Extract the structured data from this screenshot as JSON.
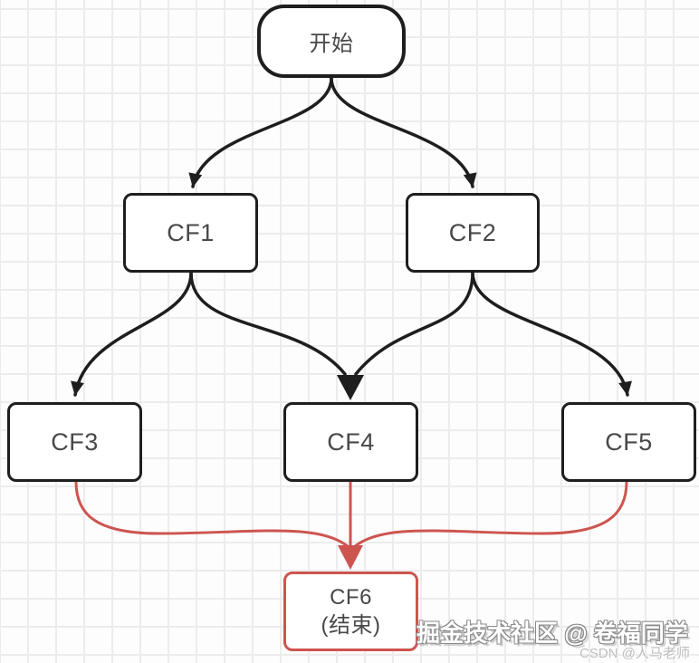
{
  "diagram": {
    "type": "flowchart",
    "nodes": {
      "start": {
        "label": "开始",
        "shape": "stadium"
      },
      "cf1": {
        "label": "CF1",
        "shape": "rect"
      },
      "cf2": {
        "label": "CF2",
        "shape": "rect"
      },
      "cf3": {
        "label": "CF3",
        "shape": "rect"
      },
      "cf4": {
        "label": "CF4",
        "shape": "rect"
      },
      "cf5": {
        "label": "CF5",
        "shape": "rect"
      },
      "cf6": {
        "line1": "CF6",
        "line2": "(结束)",
        "shape": "rect"
      }
    },
    "edges": [
      {
        "from": "开始",
        "to": "CF1",
        "color": "#1e1e1e"
      },
      {
        "from": "开始",
        "to": "CF2",
        "color": "#1e1e1e"
      },
      {
        "from": "CF1",
        "to": "CF3",
        "color": "#1e1e1e"
      },
      {
        "from": "CF1",
        "to": "CF4",
        "color": "#1e1e1e"
      },
      {
        "from": "CF2",
        "to": "CF4",
        "color": "#1e1e1e"
      },
      {
        "from": "CF2",
        "to": "CF5",
        "color": "#1e1e1e"
      },
      {
        "from": "CF3",
        "to": "CF6",
        "color": "#cd554f"
      },
      {
        "from": "CF4",
        "to": "CF6",
        "color": "#cd554f"
      },
      {
        "from": "CF5",
        "to": "CF6",
        "color": "#cd554f"
      }
    ],
    "colors": {
      "edge_black": "#1e1e1e",
      "edge_red": "#cd554f",
      "node_border": "#1e1e1e",
      "end_node_border": "#cd554f",
      "node_text": "#484848",
      "grid_line": "#ececec",
      "canvas_bg": "#fdfdfd"
    }
  },
  "watermark": {
    "primary": "掘金技术社区 @ 卷福同学",
    "secondary": "CSDN @人马老师"
  }
}
